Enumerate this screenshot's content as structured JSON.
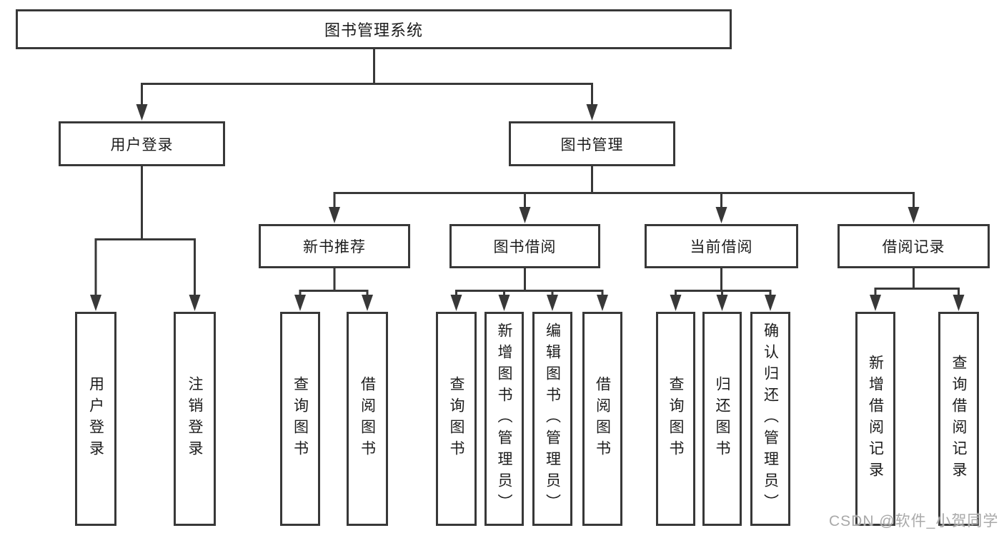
{
  "diagram": {
    "type": "hierarchy-tree",
    "colors": {
      "line": "#383838",
      "box_border": "#383838",
      "text": "#1c1c1c",
      "watermark": "#a9a9a9",
      "background": "#ffffff"
    },
    "tree": {
      "label": "图书管理系统",
      "children": [
        {
          "label": "用户登录",
          "children": [
            {
              "label": "用户登录"
            },
            {
              "label": "注销登录"
            }
          ]
        },
        {
          "label": "图书管理",
          "children": [
            {
              "label": "新书推荐",
              "children": [
                {
                  "label": "查询图书"
                },
                {
                  "label": "借阅图书"
                }
              ]
            },
            {
              "label": "图书借阅",
              "children": [
                {
                  "label": "查询图书"
                },
                {
                  "label": "新增图书（管理员）"
                },
                {
                  "label": "编辑图书（管理员）"
                },
                {
                  "label": "借阅图书"
                }
              ]
            },
            {
              "label": "当前借阅",
              "children": [
                {
                  "label": "查询图书"
                },
                {
                  "label": "归还图书"
                },
                {
                  "label": "确认归还（管理员）"
                }
              ]
            },
            {
              "label": "借阅记录",
              "children": [
                {
                  "label": "新增借阅记录"
                },
                {
                  "label": "查询借阅记录"
                }
              ]
            }
          ]
        }
      ]
    },
    "watermark": {
      "text": "CSDN @软件_小贺同学"
    }
  }
}
